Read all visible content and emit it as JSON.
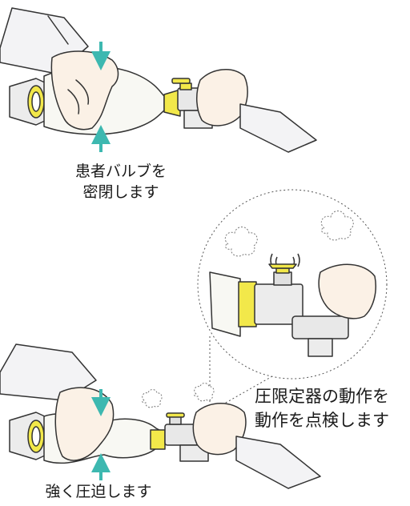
{
  "captions": {
    "seal_line1": "患者バルブを",
    "seal_line2": "密閉します",
    "check_line1": "圧限定器の動作を",
    "check_line2": "動作を点検します",
    "squeeze": "強く圧迫します"
  },
  "colors": {
    "arrow": "#3db8b0",
    "valve_yellow": "#f2e84a",
    "skin": "#fbf1e6",
    "sleeve": "#f3f3f5",
    "outline": "#333333"
  }
}
